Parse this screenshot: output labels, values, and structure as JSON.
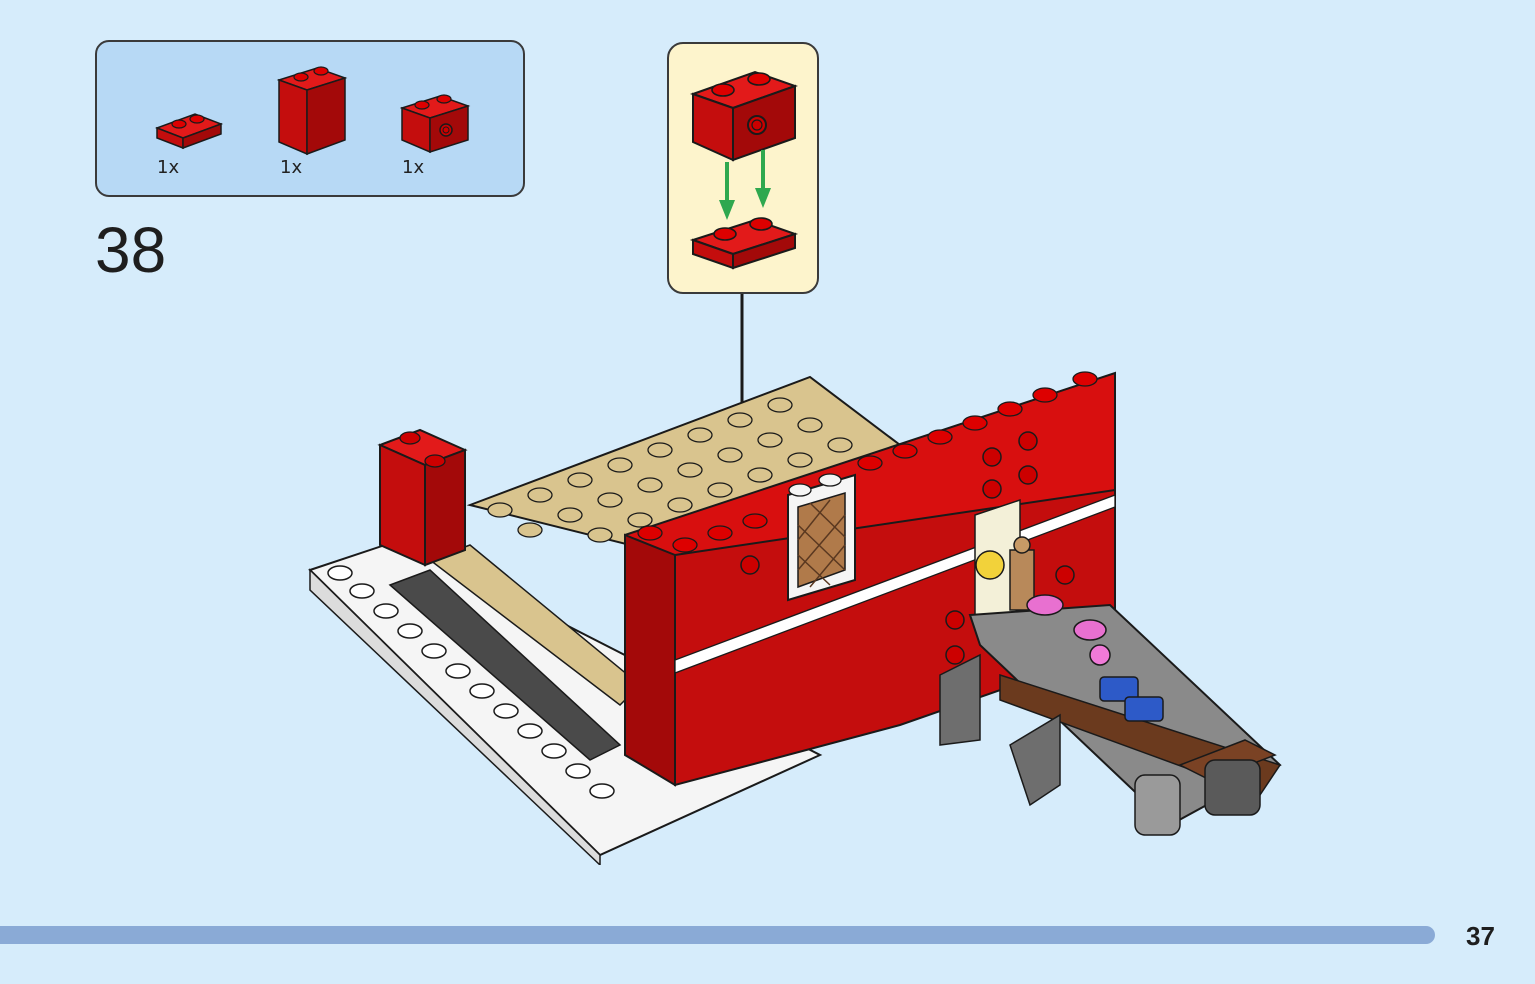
{
  "parts_list": {
    "items": [
      {
        "part": "red-plate-1x2-icon",
        "quantity": "1x"
      },
      {
        "part": "red-brick-1x2x2-icon",
        "quantity": "1x"
      },
      {
        "part": "red-brick-1x2-side-stud-icon",
        "quantity": "1x"
      }
    ]
  },
  "step": {
    "number": "38"
  },
  "callout": {
    "top_part": "red-brick-1x2-side-stud-icon",
    "bottom_part": "red-plate-1x2-icon",
    "arrow_color": "#2fa84f"
  },
  "colors": {
    "background": "#d6ecfb",
    "parts_panel": "#b7d9f5",
    "callout_panel": "#fdf4cc",
    "brick_red": "#d80f0f",
    "tan": "#d9c48e",
    "progress": "#8aaad6"
  },
  "footer": {
    "page_number": "37"
  }
}
